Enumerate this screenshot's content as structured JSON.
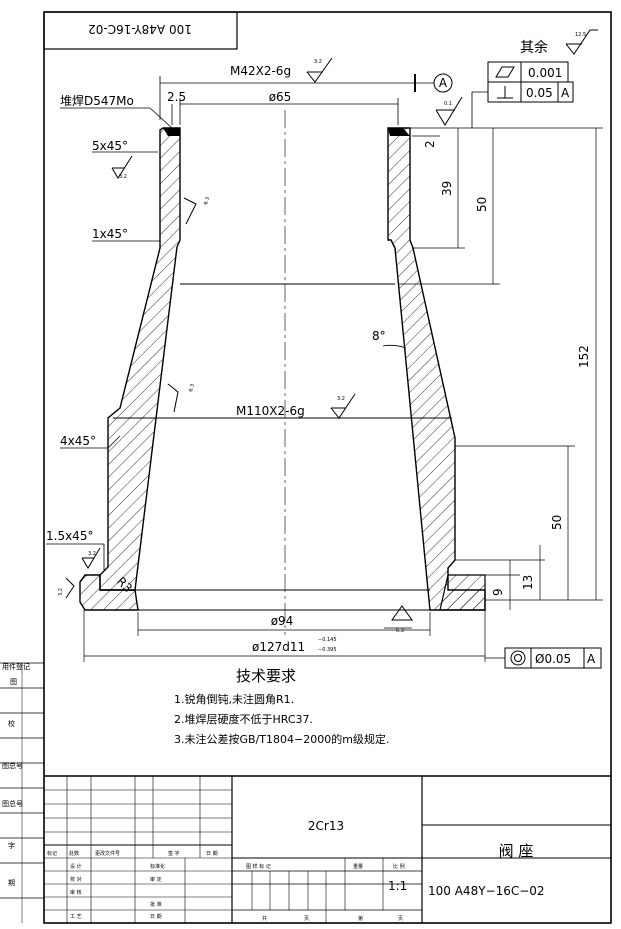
{
  "drawing_no_rotated": "100 A48Y-16C-02",
  "surface_rest_label": "其余",
  "surface_rest_value": "12.5",
  "thread_top": "M42X2-6g",
  "thread_top_roughness": "3.2",
  "datum_label": "A",
  "tol_flatness_value": "0.001",
  "tol_perp_value": "0.05",
  "tol_perp_datum": "A",
  "roughness_top_face": "0.1",
  "hardfacing_label": "堆焊D547Mo",
  "dim_2_5": "2.5",
  "dim_dia65": "ø65",
  "dim_2": "2",
  "dim_39": "39",
  "dim_50_top": "50",
  "chamfer_5x45": "5x45°",
  "roughness_chamfer": "3.2",
  "roughness_63_a": "6.3",
  "chamfer_1x45": "1x45°",
  "angle_8": "8°",
  "dim_152": "152",
  "roughness_63_b": "6.3",
  "thread_mid": "M110X2-6g",
  "thread_mid_roughness": "3.2",
  "chamfer_4x45": "4x45°",
  "dim_50_bottom": "50",
  "chamfer_15x45": "1.5x45°",
  "roughness_32_c": "3.2",
  "roughness_32_d": "3.2",
  "radius_r3": "R3",
  "dim_9": "9",
  "dim_13": "13",
  "dim_dia94": "ø94",
  "roughness_63_c": "6.3",
  "dim_dia127": "ø127d11",
  "tol_upper": "−0.145",
  "tol_lower": "−0.395",
  "coax_value": "Ø0.05",
  "coax_datum": "A",
  "tech_title": "技术要求",
  "tech_items": [
    "1.锐角倒钝,未注圆角R1.",
    "2.堆焊层硬度不低于HRC37.",
    "3.未注公差按GB/T1804−2000的m级规定."
  ],
  "side_labels": [
    "用件登记",
    "图",
    "校",
    "图总号",
    "图总号",
    "字",
    "期"
  ],
  "material": "2Cr13",
  "part_name": "阀 座",
  "drawing_no": "100 A48Y−16C−02",
  "title_block": {
    "mark": "标记",
    "count": "处数",
    "doc": "更改文件号",
    "sign": "签 字",
    "date": "日 期",
    "design": "设 计",
    "check": "校 对",
    "review": "审 核",
    "process": "工 艺",
    "std": "标准化",
    "approve_1": "审 定",
    "approve_2": "批 准",
    "date2": "日 期",
    "stage": "图 样 标 记",
    "weight": "重量",
    "scale_label": "比 例",
    "scale": "1:1",
    "total": "共",
    "page_unit": "页",
    "sheet": "第",
    "sheet_unit": "页"
  }
}
